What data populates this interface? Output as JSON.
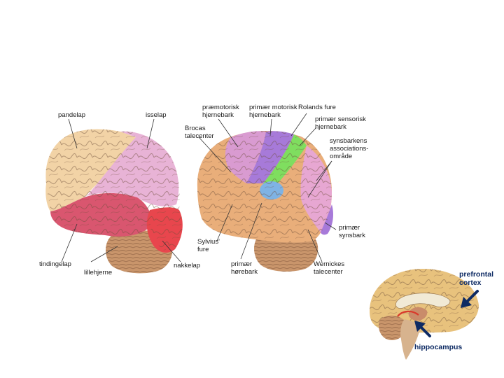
{
  "left_brain": {
    "labels": {
      "frontal": "pandelap",
      "parietal": "isselap",
      "temporal": "tindingelap",
      "cerebellum": "lillehjerne",
      "occipital": "nakkelap"
    }
  },
  "right_brain": {
    "labels": {
      "premotor": "præmotorisk\nhjernebark",
      "primary_motor": "primær motorisk\nhjernebark",
      "central_sulcus": "Rolands fure",
      "primary_sensory": "primær sensorisk\nhjernebark",
      "broca": "Brocas\ntalecenter",
      "visual_association": "synsbarkens\nassociations-\nområde",
      "sylvian": "Sylvius'\nfure",
      "primary_auditory": "primær\nhørebark",
      "wernicke": "Wernickes\ntalecenter",
      "primary_visual": "primær\nsynsbark"
    }
  },
  "inset": {
    "labels": {
      "prefrontal": "prefrontal\ncortex",
      "hippocampus": "hippocampus"
    },
    "arrow_color": "#0d2a63"
  },
  "colors": {
    "frontal": "#f2d3a6",
    "parietal": "#e8b3d6",
    "temporal": "#d9566f",
    "occipital": "#e8464d",
    "cerebellum": "#c9956b",
    "orange": "#e9ae7a",
    "purple": "#a77ad9",
    "green": "#7fde5f",
    "blue": "#7fb3e4",
    "pink": "#e7a7d2",
    "label_line": "#333333"
  }
}
